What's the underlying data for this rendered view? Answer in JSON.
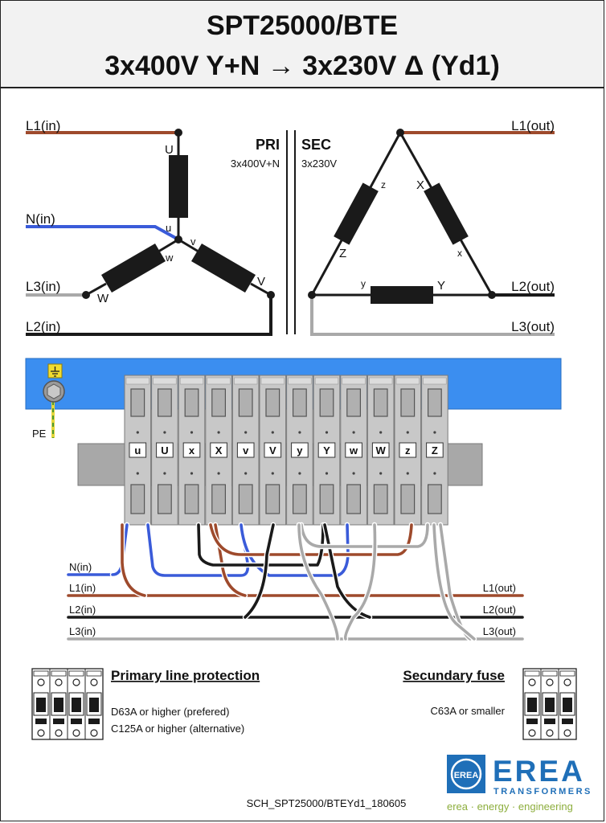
{
  "header": {
    "title": "SPT25000/BTE",
    "subtitle": "3x400V Y+N → 3x230V Δ  (Yd1)"
  },
  "schematic": {
    "pri_label": "PRI",
    "pri_voltage": "3x400V+N",
    "sec_label": "SEC",
    "sec_voltage": "3x230V",
    "in_lines": {
      "l1": "L1(in)",
      "n": "N(in)",
      "l3": "L3(in)",
      "l2": "L2(in)"
    },
    "out_lines": {
      "l1": "L1(out)",
      "l2": "L2(out)",
      "l3": "L3(out)"
    },
    "star_labels": {
      "U": "U",
      "u": "u",
      "v": "v",
      "w": "w",
      "V": "V",
      "W": "W"
    },
    "delta_labels": {
      "z": "z",
      "X": "X",
      "Z": "Z",
      "x": "x",
      "y": "y",
      "Y": "Y"
    }
  },
  "terminal": {
    "pe_label": "PE",
    "labels": [
      "u",
      "U",
      "x",
      "X",
      "v",
      "V",
      "y",
      "Y",
      "w",
      "W",
      "z",
      "Z"
    ]
  },
  "wiring": {
    "left": [
      "N(in)",
      "L1(in)",
      "L2(in)",
      "L3(in)"
    ],
    "right": [
      "L1(out)",
      "L2(out)",
      "L3(out)"
    ]
  },
  "protection": {
    "primary_title": "Primary line protection",
    "primary_line1": "D63A or higher (prefered)",
    "primary_line2": "C125A or higher (alternative)",
    "secondary_title": "Secundary fuse",
    "secondary_line1": "C63A or smaller"
  },
  "footer": {
    "doc_code": "SCH_SPT25000/BTEYd1_180605",
    "brand": "EREA",
    "brand_sub": "TRANSFORMERS",
    "tagline": "erea · energy · engineering",
    "logo_letters": "EREA"
  },
  "colors": {
    "brown": "#9e4a2c",
    "blue": "#3a5bd9",
    "black": "#1a1a1a",
    "grey": "#a9a9a9",
    "rail_blue": "#3b8ef0",
    "brand_blue": "#1f6fb8",
    "brand_green": "#8dae3d"
  }
}
